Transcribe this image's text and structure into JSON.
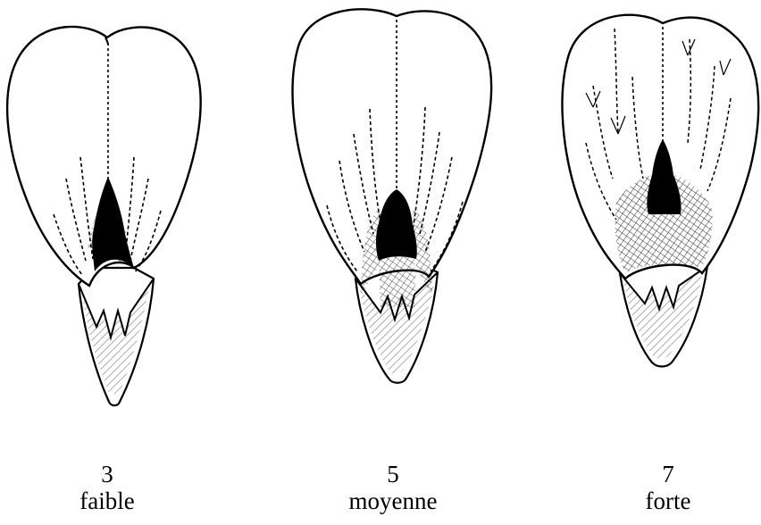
{
  "figures": [
    {
      "number": "3",
      "label": "faible"
    },
    {
      "number": "5",
      "label": "moyenne"
    },
    {
      "number": "7",
      "label": "forte"
    }
  ],
  "colors": {
    "ink": "#000000",
    "paper": "#ffffff"
  }
}
